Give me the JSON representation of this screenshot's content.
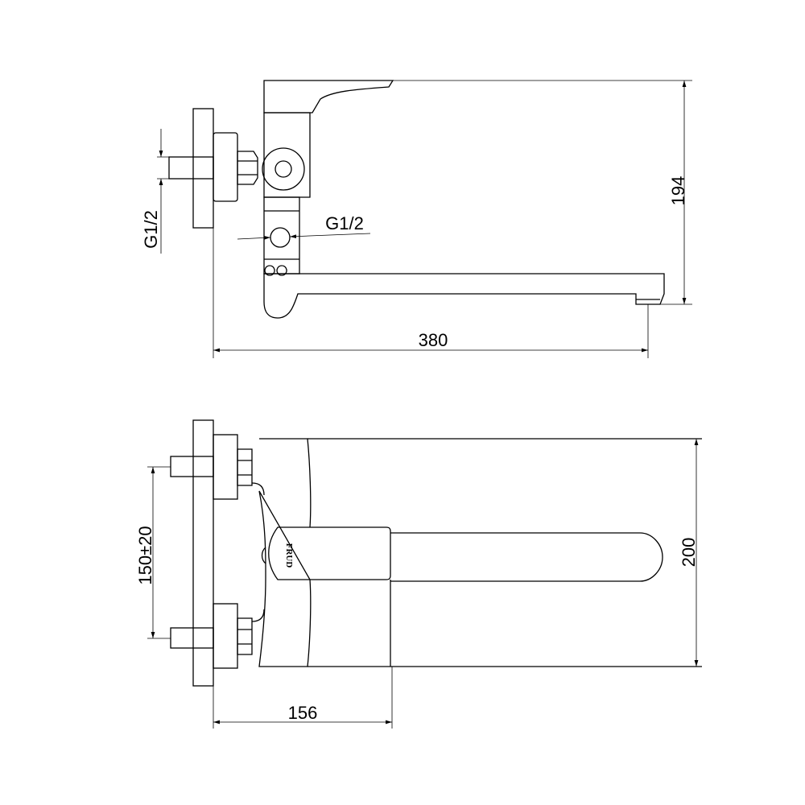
{
  "drawing": {
    "top_view": {
      "dim_height": "194",
      "dim_length": "380",
      "thread_wall": "G1/2",
      "thread_outlet": "G1/2"
    },
    "front_view": {
      "dim_height": "200",
      "dim_spacing": "150±20",
      "dim_depth": "156",
      "logo": "FRUD"
    }
  }
}
